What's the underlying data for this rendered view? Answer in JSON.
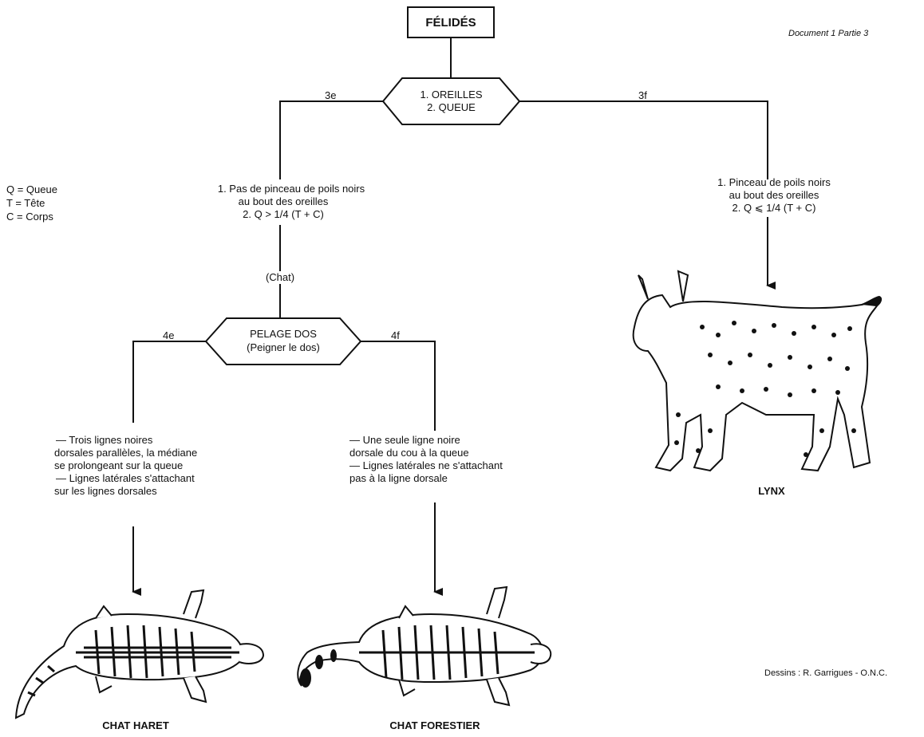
{
  "doc_ref": "Document 1 Partie 3",
  "title": "FÉLIDÉS",
  "legend": [
    "Q = Queue",
    "T = Tête",
    "C = Corps"
  ],
  "node1": {
    "line1": "1. OREILLES",
    "line2": "2. QUEUE"
  },
  "branch_3e": "3e",
  "branch_3f": "3f",
  "crit_3e": [
    "1. Pas de pinceau de poils noirs",
    "au bout des oreilles",
    "2. Q > 1/4 (T + C)"
  ],
  "crit_3f": [
    "1. Pinceau de poils noirs",
    "au bout des oreilles",
    "2. Q ⩽ 1/4 (T + C)"
  ],
  "chat_label": "(Chat)",
  "node2": {
    "line1": "PELAGE DOS",
    "line2": "(Peigner le dos)"
  },
  "branch_4e": "4e",
  "branch_4f": "4f",
  "crit_4e": [
    "— Trois lignes noires",
    "dorsales parallèles, la médiane",
    "se prolongeant sur la queue",
    "— Lignes latérales s'attachant",
    "sur les lignes dorsales"
  ],
  "crit_4f": [
    "— Une seule ligne noire",
    "dorsale du cou à la queue",
    "— Lignes latérales ne s'attachant",
    "pas à la ligne dorsale"
  ],
  "result_lynx": "LYNX",
  "result_haret": "CHAT HARET",
  "result_forestier": "CHAT FORESTIER",
  "credit": "Dessins : R. Garrigues - O.N.C.",
  "icons": {
    "lynx": "lynx-drawing",
    "cat": "cat-drawing"
  }
}
